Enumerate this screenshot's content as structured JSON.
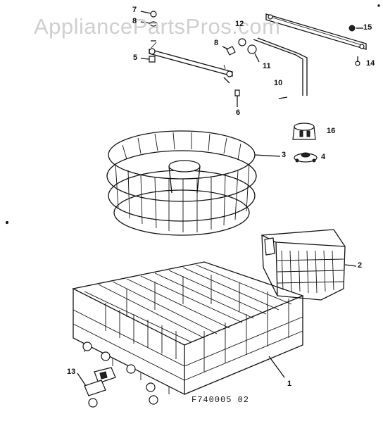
{
  "watermark": "AppliancePartsPros.com",
  "diagram_code": "F740005 02",
  "callouts": {
    "c1": "1",
    "c2": "2",
    "c3": "3",
    "c4": "4",
    "c5": "5",
    "c6": "6",
    "c7": "7",
    "c8a": "8",
    "c8b": "8",
    "c10": "10",
    "c11": "11",
    "c12": "12",
    "c13": "13",
    "c14": "14",
    "c15": "15",
    "c16": "16"
  }
}
